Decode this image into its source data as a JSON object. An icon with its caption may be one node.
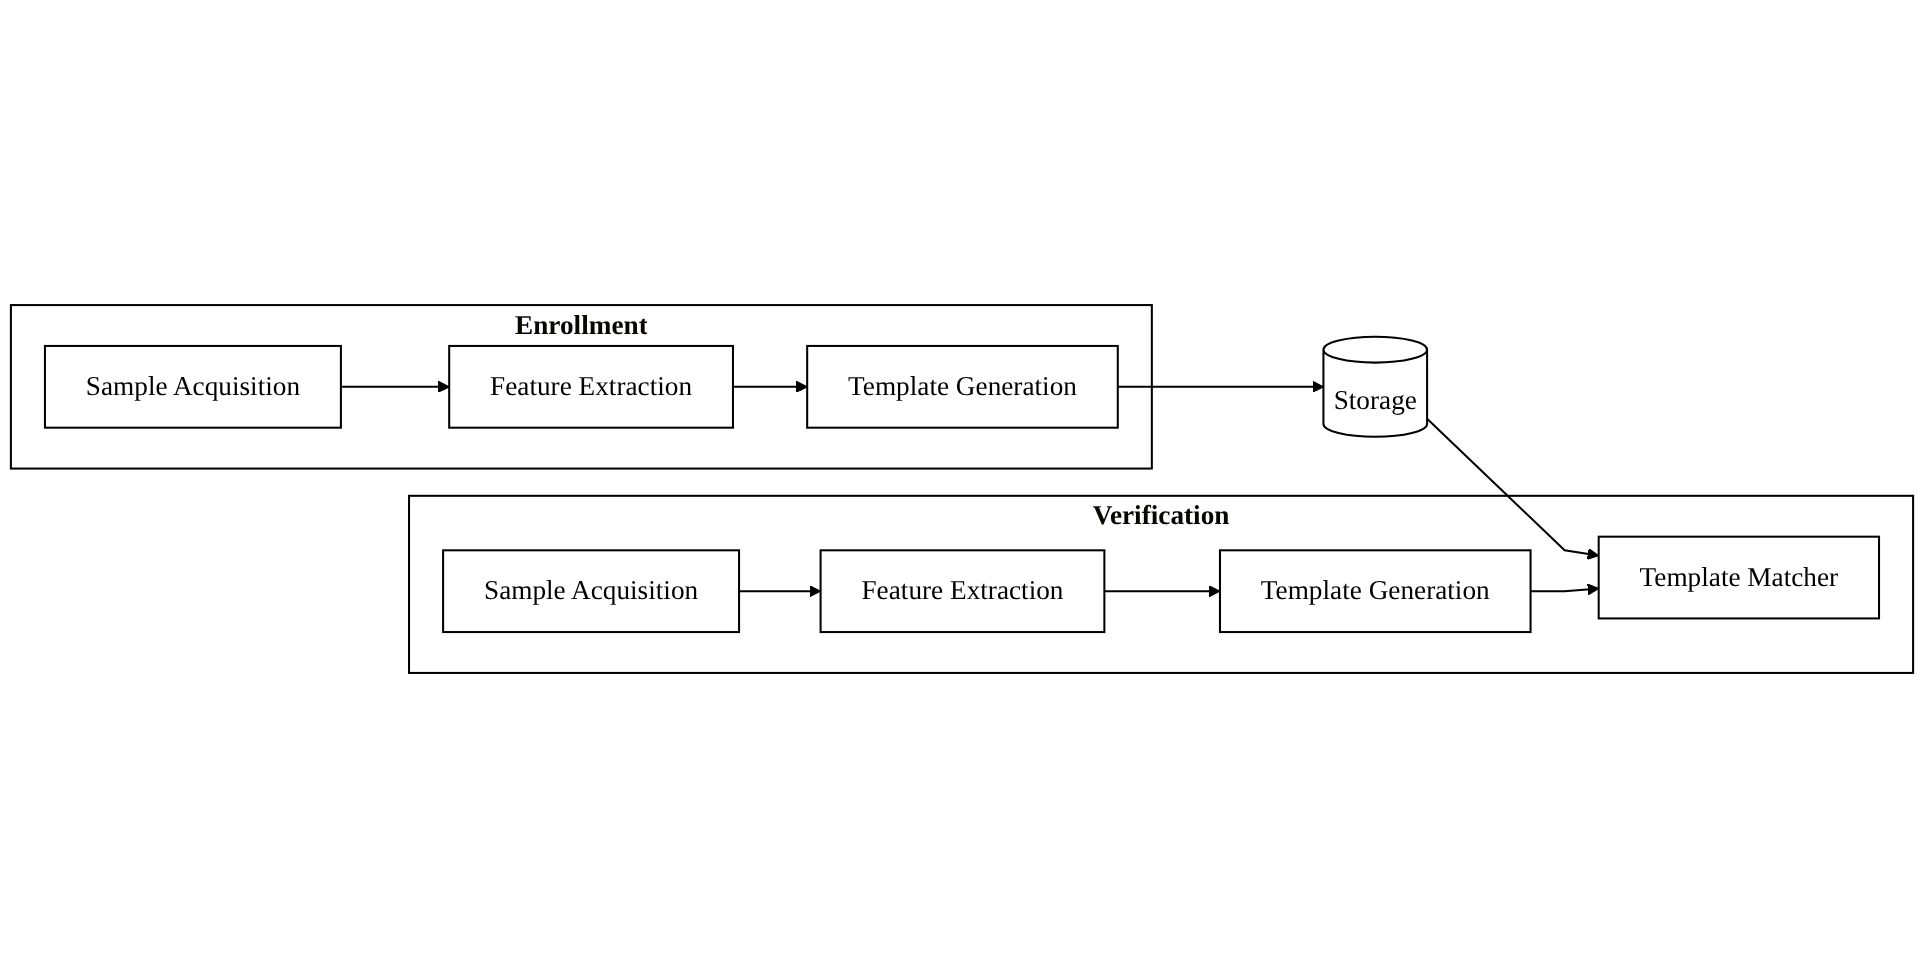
{
  "diagram": {
    "nodes": [
      {
        "text": [
          "Enrollment"
        ]
      },
      {
        "text": [
          "Sample Acquisition"
        ],
        "in": 0
      },
      {
        "text": [
          "Feature Extraction"
        ],
        "in": 0
      },
      {
        "text": [
          "Template Generation"
        ],
        "in": 0
      },
      {
        "text": [
          "Storage"
        ]
      },
      {
        "text": [
          "Verification"
        ]
      },
      {
        "text": [
          "Feature Extraction"
        ],
        "in": 5
      },
      {
        "text": [
          "Sample Acquisition"
        ],
        "in": 5
      },
      {
        "text": [
          "Template Matcher"
        ],
        "in": 5
      },
      {
        "text": [
          "Template Generation"
        ],
        "in": 5
      }
    ],
    "edges": [
      {
        "from": 1,
        "to": 2,
        "arrow": "to"
      },
      {
        "from": 2,
        "to": 3,
        "arrow": "to"
      },
      {
        "from": 3,
        "to": 4,
        "arrow": "to"
      },
      {
        "from": 4,
        "to": 8,
        "arrow": "to"
      },
      {
        "from": 7,
        "to": 6,
        "arrow": "to"
      },
      {
        "from": 6,
        "to": 9,
        "arrow": "to"
      },
      {
        "from": 9,
        "to": 8,
        "arrow": "to"
      }
    ]
  }
}
